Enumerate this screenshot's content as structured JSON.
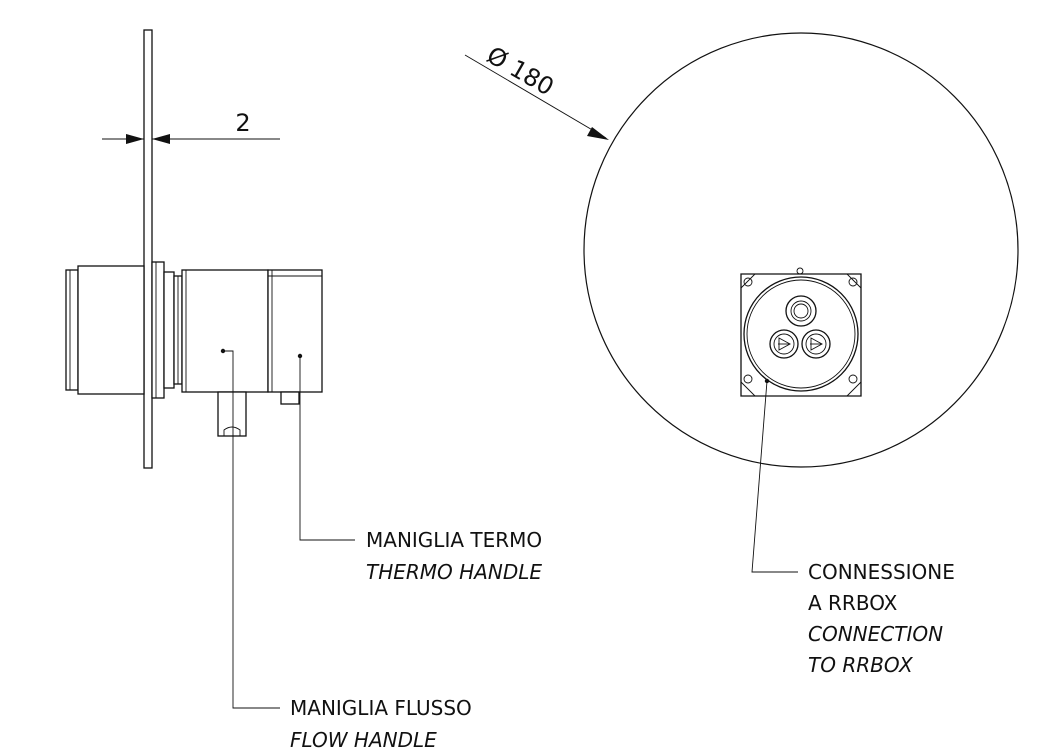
{
  "dimensions": {
    "plate_thickness": "2",
    "diameter": "Ø 180"
  },
  "labels": {
    "thermo_handle": {
      "it": "MANIGLIA TERMO",
      "en": "THERMO HANDLE"
    },
    "flow_handle": {
      "it": "MANIGLIA FLUSSO",
      "en": "FLOW HANDLE"
    },
    "connection": {
      "it_line1": "CONNESSIONE",
      "it_line2": "A RRBOX",
      "en_line1": "CONNECTION",
      "en_line2": "TO RRBOX"
    }
  }
}
